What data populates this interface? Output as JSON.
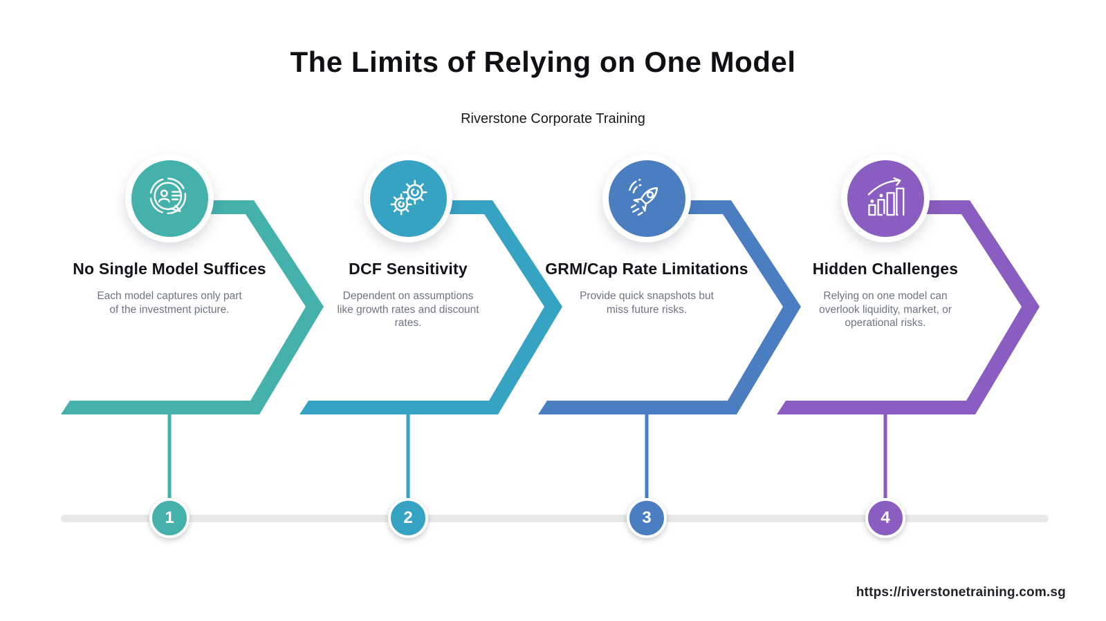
{
  "header": {
    "title": "The Limits of Relying on One Model",
    "subtitle": "Riverstone Corporate Training"
  },
  "sections": [
    {
      "number": "1",
      "title": "No Single Model Suffices",
      "description": "Each model captures only part of the investment picture.",
      "color": "#44b2aa",
      "icon": "chat-profile-icon"
    },
    {
      "number": "2",
      "title": "DCF Sensitivity",
      "description": "Dependent on assumptions like growth rates and discount rates.",
      "color": "#37a3c3",
      "icon": "gears-icon"
    },
    {
      "number": "3",
      "title": "GRM/Cap Rate Limitations",
      "description": "Provide quick snapshots but miss future risks.",
      "color": "#4b7ec1",
      "icon": "rocket-icon"
    },
    {
      "number": "4",
      "title": "Hidden Challenges",
      "description": "Relying on one model can overlook liquidity, market, or operational risks.",
      "color": "#8a5ec0",
      "icon": "bar-chart-growth-icon"
    }
  ],
  "palette": {
    "icon_stroke": "#ffffff",
    "timeline_track": "#e9e9ea",
    "background": "#ffffff"
  },
  "footer": {
    "url": "https://riverstonetraining.com.sg"
  }
}
